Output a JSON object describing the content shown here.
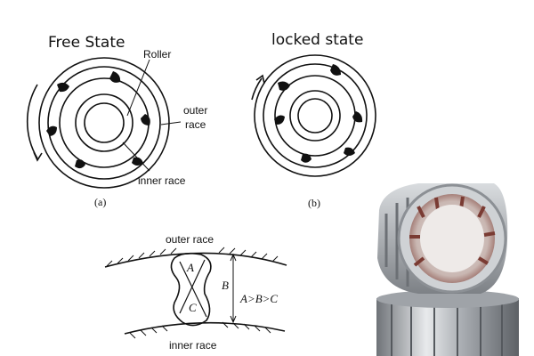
{
  "diagram_a": {
    "title": "Free State",
    "roller_label": "Roller",
    "outer_race_label": "outer\nrace",
    "inner_race_label": "inner race",
    "caption": "(a)"
  },
  "diagram_b": {
    "title": "locked state",
    "caption": "(b)"
  },
  "diagram_c": {
    "outer_race_label": "outer race",
    "inner_race_label": "inner race",
    "point_a": "A",
    "point_b": "B",
    "point_c": "C",
    "relation": "A>B>C"
  },
  "colors": {
    "ink": "#111111",
    "steel": "#b8bcc0",
    "rust": "#7a3b33"
  }
}
